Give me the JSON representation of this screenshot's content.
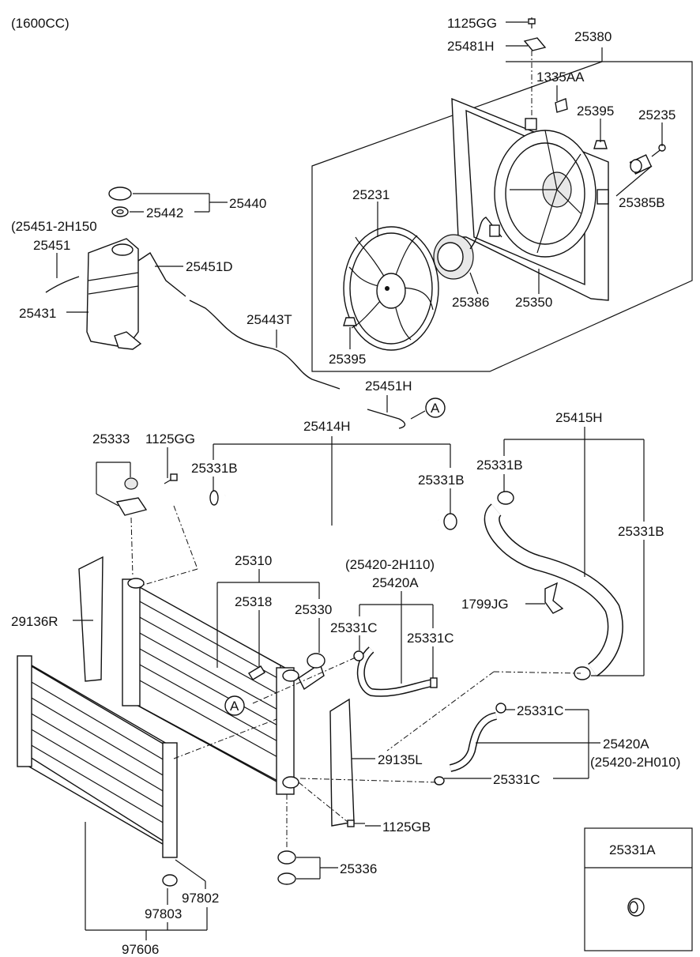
{
  "variant_note": "(1600CC)",
  "callouts": {
    "p1125GG_top": "1125GG",
    "p25481H": "25481H",
    "p25380": "25380",
    "p1335AA": "1335AA",
    "p25395_top": "25395",
    "p25235": "25235",
    "p25385B": "25385B",
    "p25231": "25231",
    "p25386": "25386",
    "p25350": "25350",
    "p25395_bottom": "25395",
    "p25440": "25440",
    "p25442": "25442",
    "p25451_alt": "(25451-2H150",
    "p25451": "25451",
    "p25451D": "25451D",
    "p25431": "25431",
    "p25443T": "25443T",
    "p25451H": "25451H",
    "ref_A_top": "A",
    "p25414H": "25414H",
    "p25415H": "25415H",
    "p25333": "25333",
    "p1125GG_mid": "1125GG",
    "p25331B_left": "25331B",
    "p25331B_mid": "25331B",
    "p25331B_right_top": "25331B",
    "p25331B_right": "25331B",
    "p25310": "25310",
    "p25420_alt_top": "(25420-2H110)",
    "p25420A_top": "25420A",
    "p25318": "25318",
    "p25330": "25330",
    "p1799JG": "1799JG",
    "p29136R": "29136R",
    "p25331C_a": "25331C",
    "p25331C_b": "25331C",
    "ref_A_mid": "A",
    "p25331C_c": "25331C",
    "p25420A_bottom": "25420A",
    "p29135L": "29135L",
    "p25420_alt_bottom": "(25420-2H010)",
    "p25331C_d": "25331C",
    "p1125GB": "1125GB",
    "p25336": "25336",
    "p97802": "97802",
    "p97803": "97803",
    "p97606": "97606",
    "inset_title": "25331A"
  }
}
